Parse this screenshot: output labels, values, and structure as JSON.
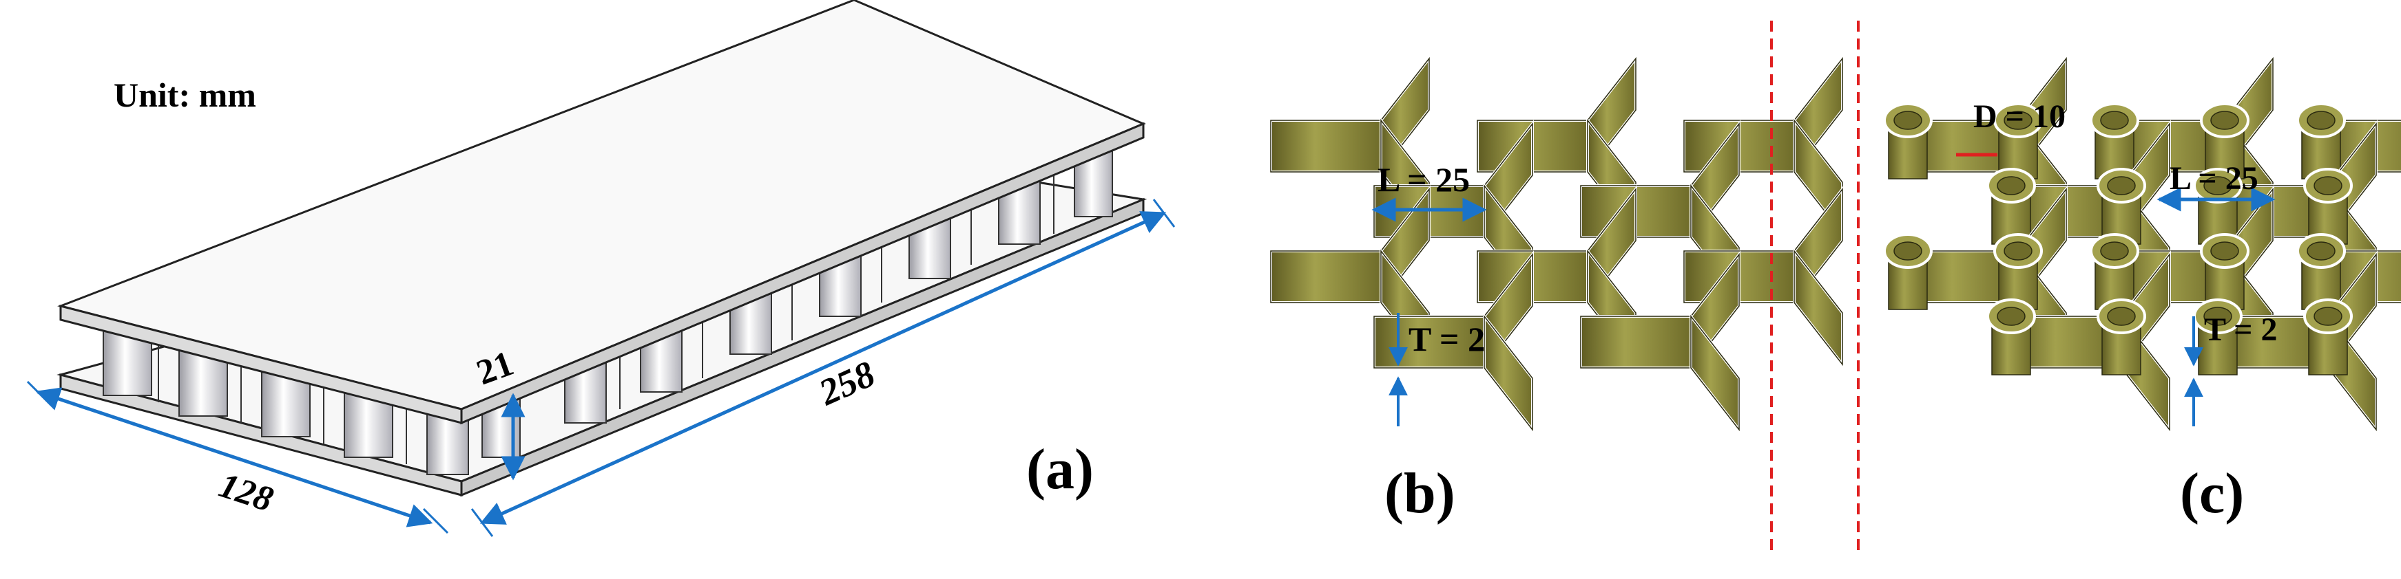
{
  "panel_a": {
    "unit_label": "Unit: mm",
    "width_label": "128",
    "length_label": "258",
    "height_label": "21",
    "tag": "(a)"
  },
  "panel_b": {
    "L_label": "L = 25",
    "T_label": "T = 2",
    "tag": "(b)"
  },
  "panel_c": {
    "D_label": "D = 10",
    "L_label": "L = 25",
    "T_label": "T = 2",
    "tag": "(c)"
  },
  "colors": {
    "olive_top": "#8c8a3a",
    "olive_side": "#6f6c2a",
    "olive_light": "#a3a14d",
    "dimension": "#1a73c9",
    "divider": "#e02020"
  }
}
